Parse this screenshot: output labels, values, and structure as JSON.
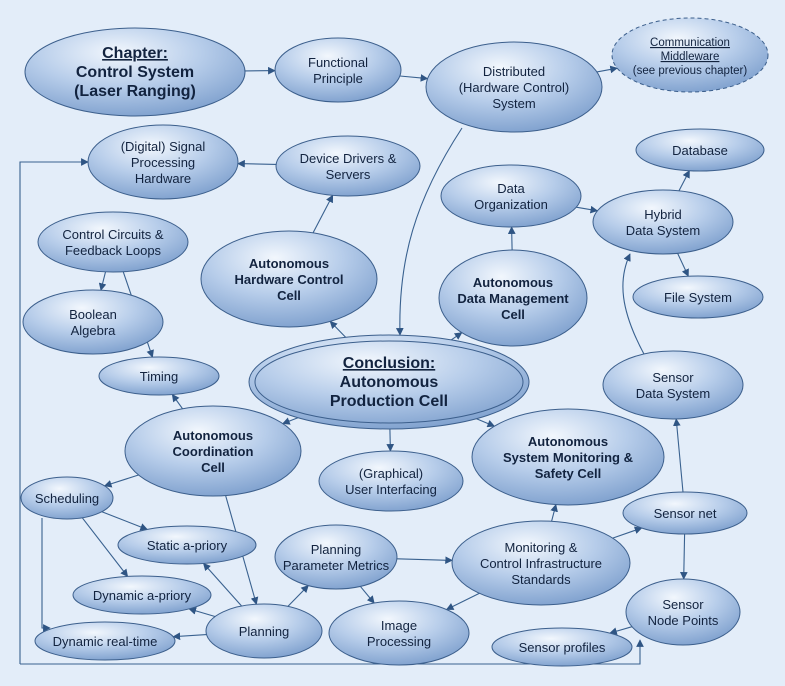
{
  "nodes": {
    "chapter": [
      "Chapter:",
      "Control System",
      "(Laser Ranging)"
    ],
    "functional_principle": [
      "Functional",
      "Principle"
    ],
    "distributed_system": [
      "Distributed",
      "(Hardware Control)",
      "System"
    ],
    "communication_middleware": [
      "Communication",
      "Middleware",
      "(see previous chapter)"
    ],
    "signal_processing": [
      "(Digital) Signal",
      "Processing",
      "Hardware"
    ],
    "device_drivers": [
      "Device Drivers &",
      "Servers"
    ],
    "database": [
      "Database"
    ],
    "data_organization": [
      "Data",
      "Organization"
    ],
    "hybrid_data_system": [
      "Hybrid",
      "Data System"
    ],
    "control_circuits": [
      "Control Circuits &",
      "Feedback Loops"
    ],
    "autonomous_hardware_cell": [
      "Autonomous",
      "Hardware Control",
      "Cell"
    ],
    "autonomous_data_cell": [
      "Autonomous",
      "Data Management",
      "Cell"
    ],
    "file_system": [
      "File System"
    ],
    "boolean_algebra": [
      "Boolean",
      "Algebra"
    ],
    "timing": [
      "Timing"
    ],
    "conclusion": [
      "Conclusion:",
      "Autonomous",
      "Production Cell"
    ],
    "sensor_data_system": [
      "Sensor",
      "Data System"
    ],
    "autonomous_coordination_cell": [
      "Autonomous",
      "Coordination",
      "Cell"
    ],
    "graphical_ui": [
      "(Graphical)",
      "User Interfacing"
    ],
    "autonomous_monitoring_cell": [
      "Autonomous",
      "System Monitoring &",
      "Safety Cell"
    ],
    "scheduling": [
      "Scheduling"
    ],
    "sensor_net": [
      "Sensor net"
    ],
    "static_apriori": [
      "Static a-priory"
    ],
    "planning_metrics": [
      "Planning",
      "Parameter Metrics"
    ],
    "monitoring_standards": [
      "Monitoring &",
      "Control Infrastructure",
      "Standards"
    ],
    "dynamic_apriori": [
      "Dynamic a-priory"
    ],
    "sensor_node_points": [
      "Sensor",
      "Node Points"
    ],
    "dynamic_realtime": [
      "Dynamic real-time"
    ],
    "planning": [
      "Planning"
    ],
    "image_processing": [
      "Image",
      "Processing"
    ],
    "sensor_profiles": [
      "Sensor profiles"
    ]
  },
  "colors": {
    "background": "#e3edf9",
    "node_light": "#f2f7fd",
    "node_mid": "#b7cdea",
    "node_dark": "#6f94c6",
    "stroke": "#3c5f8c",
    "text": "#12233f"
  }
}
